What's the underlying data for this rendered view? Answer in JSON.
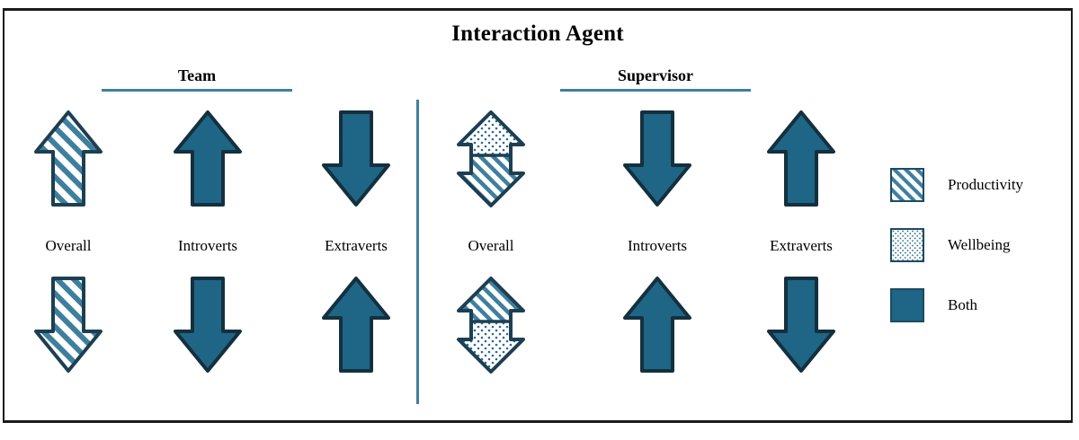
{
  "figure": {
    "title": "Interaction Agent",
    "groups": [
      {
        "id": "team",
        "label": "Team"
      },
      {
        "id": "supervisor",
        "label": "Supervisor"
      }
    ],
    "column_labels": {
      "team": [
        "Overall",
        "Introverts",
        "Extraverts"
      ],
      "supervisor": [
        "Overall",
        "Introverts",
        "Extraverts"
      ]
    },
    "legend": [
      {
        "key": "productivity",
        "label": "Productivity",
        "pattern": "diagonal-stripes"
      },
      {
        "key": "wellbeing",
        "label": "Wellbeing",
        "pattern": "dots"
      },
      {
        "key": "both",
        "label": "Both",
        "pattern": "solid"
      }
    ],
    "colors": {
      "accent": "#1f6586",
      "outline": "#1d3f52",
      "rule": "#3f7f9e",
      "frame": "#1a1a1a",
      "text": "#000000",
      "background": "#ffffff"
    }
  },
  "chart_data": {
    "type": "diagram",
    "title": "Interaction Agent",
    "legend_entries": [
      "Productivity",
      "Wellbeing",
      "Both"
    ],
    "groups": [
      "Team",
      "Supervisor"
    ],
    "categories": [
      "Overall",
      "Introverts",
      "Extraverts"
    ],
    "rows": [
      {
        "row": "top",
        "cells": [
          {
            "group": "Team",
            "category": "Overall",
            "glyph": "single-arrow",
            "direction": "up",
            "measure": "Productivity"
          },
          {
            "group": "Team",
            "category": "Introverts",
            "glyph": "single-arrow",
            "direction": "up",
            "measure": "Both"
          },
          {
            "group": "Team",
            "category": "Extraverts",
            "glyph": "single-arrow",
            "direction": "down",
            "measure": "Both"
          },
          {
            "group": "Supervisor",
            "category": "Overall",
            "glyph": "double-arrow",
            "up_measure": "Wellbeing",
            "down_measure": "Productivity"
          },
          {
            "group": "Supervisor",
            "category": "Introverts",
            "glyph": "single-arrow",
            "direction": "down",
            "measure": "Both"
          },
          {
            "group": "Supervisor",
            "category": "Extraverts",
            "glyph": "single-arrow",
            "direction": "up",
            "measure": "Both"
          }
        ]
      },
      {
        "row": "bottom",
        "cells": [
          {
            "group": "Team",
            "category": "Overall",
            "glyph": "single-arrow",
            "direction": "down",
            "measure": "Productivity"
          },
          {
            "group": "Team",
            "category": "Introverts",
            "glyph": "single-arrow",
            "direction": "down",
            "measure": "Both"
          },
          {
            "group": "Team",
            "category": "Extraverts",
            "glyph": "single-arrow",
            "direction": "up",
            "measure": "Both"
          },
          {
            "group": "Supervisor",
            "category": "Overall",
            "glyph": "double-arrow",
            "up_measure": "Productivity",
            "down_measure": "Wellbeing"
          },
          {
            "group": "Supervisor",
            "category": "Introverts",
            "glyph": "single-arrow",
            "direction": "up",
            "measure": "Both"
          },
          {
            "group": "Supervisor",
            "category": "Extraverts",
            "glyph": "single-arrow",
            "direction": "down",
            "measure": "Both"
          }
        ]
      }
    ]
  }
}
